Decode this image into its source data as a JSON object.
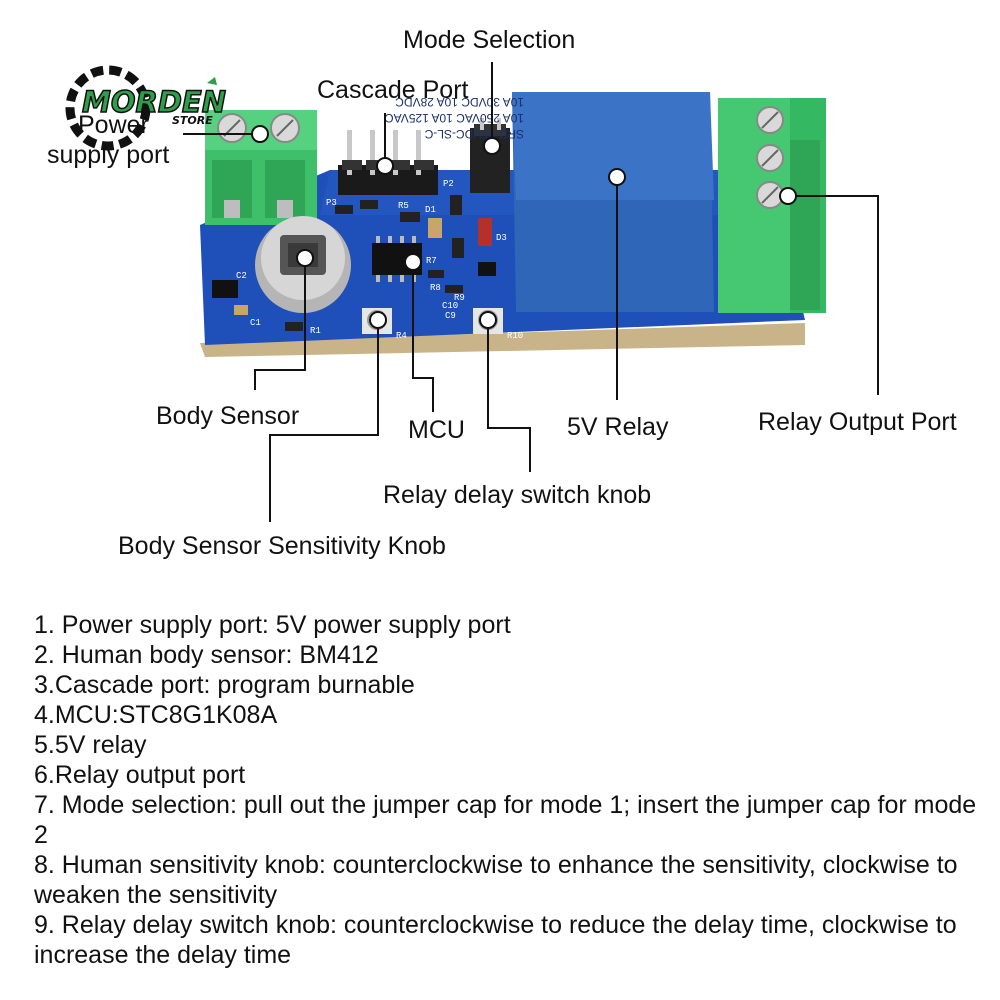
{
  "logo": {
    "brand": "MORDEN",
    "sub": "STORE"
  },
  "board": {
    "relay_lines": [
      "SRD-05VDC-SL-C",
      "10A 250VAC 10A 125VAC",
      "10A 30VDC 10A 28VDC"
    ],
    "silk": [
      "P3",
      "P2",
      "D1",
      "D3",
      "C2",
      "C1",
      "R1",
      "R4",
      "R10",
      "R9",
      "R7",
      "C10",
      "C9",
      "R5",
      "R8"
    ]
  },
  "labels": {
    "mode_selection": "Mode Selection",
    "cascade_port": "Cascade Port",
    "power_supply_line1": "Power",
    "power_supply_line2": "supply port",
    "body_sensor": "Body Sensor",
    "mcu": "MCU",
    "relay_5v": "5V Relay",
    "relay_output_port": "Relay Output Port",
    "relay_delay_knob": "Relay delay switch knob",
    "body_sensitivity_knob": "Body Sensor Sensitivity Knob"
  },
  "descriptions": [
    "1. Power supply port: 5V power supply port",
    "2. Human body sensor: BM412",
    "3.Cascade port: program burnable",
    "4.MCU:STC8G1K08A",
    "5.5V relay",
    "6.Relay output port",
    "7. Mode selection: pull out the jumper cap for mode 1; insert the jumper cap for mode 2",
    "8. Human sensitivity knob: counterclockwise to enhance the sensitivity, clockwise to weaken the sensitivity",
    "9. Relay delay switch knob: counterclockwise to reduce the delay time, clockwise to increase the delay time"
  ]
}
